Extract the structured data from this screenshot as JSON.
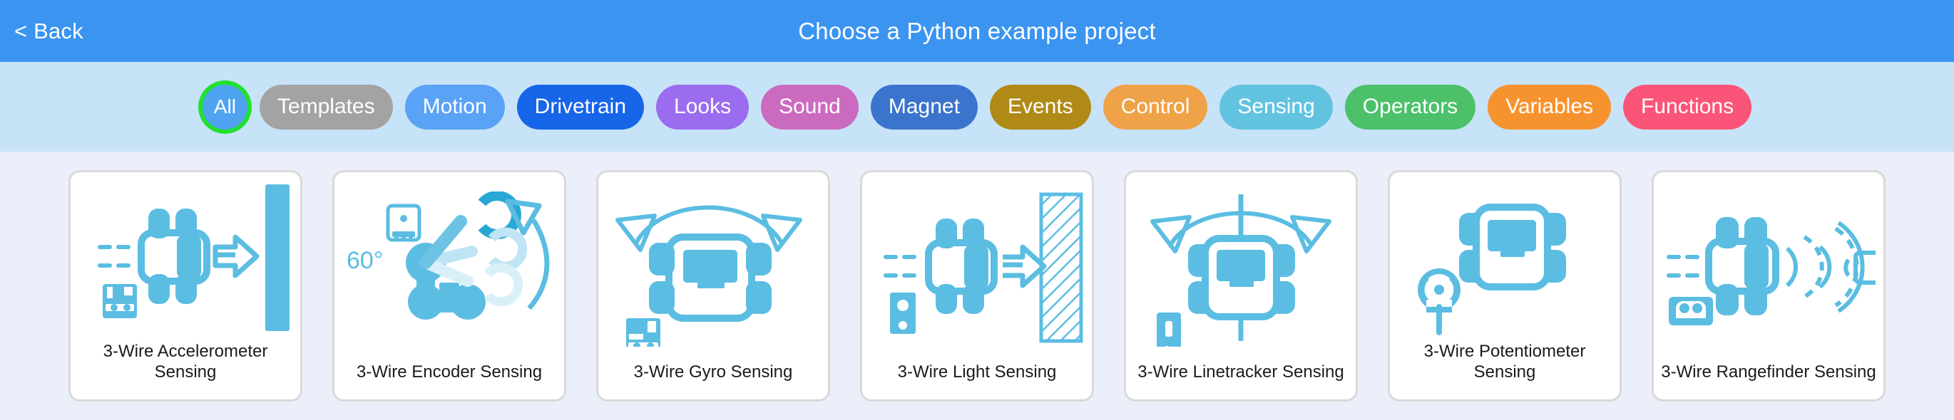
{
  "header": {
    "back_label": "< Back",
    "title": "Choose a Python example project",
    "bg_color": "#3b94f0",
    "text_color": "#ffffff"
  },
  "filter_bar": {
    "bg_color": "#c7e3f8",
    "selected_ring_color": "#22e12e",
    "chips": [
      {
        "label": "All",
        "color": "#4fa3f0",
        "selected": true,
        "shape": "circle"
      },
      {
        "label": "Templates",
        "color": "#a3a3a3",
        "selected": false,
        "shape": "pill"
      },
      {
        "label": "Motion",
        "color": "#5aa2f5",
        "selected": false,
        "shape": "pill"
      },
      {
        "label": "Drivetrain",
        "color": "#1765e8",
        "selected": false,
        "shape": "pill"
      },
      {
        "label": "Looks",
        "color": "#9b6cf0",
        "selected": false,
        "shape": "pill"
      },
      {
        "label": "Sound",
        "color": "#cb6bc0",
        "selected": false,
        "shape": "pill"
      },
      {
        "label": "Magnet",
        "color": "#3b74cc",
        "selected": false,
        "shape": "pill"
      },
      {
        "label": "Events",
        "color": "#b08a16",
        "selected": false,
        "shape": "pill"
      },
      {
        "label": "Control",
        "color": "#efa247",
        "selected": false,
        "shape": "pill"
      },
      {
        "label": "Sensing",
        "color": "#62c3e0",
        "selected": false,
        "shape": "pill"
      },
      {
        "label": "Operators",
        "color": "#4cc169",
        "selected": false,
        "shape": "pill"
      },
      {
        "label": "Variables",
        "color": "#f7932f",
        "selected": false,
        "shape": "pill"
      },
      {
        "label": "Functions",
        "color": "#fa5578",
        "selected": false,
        "shape": "pill"
      }
    ]
  },
  "content": {
    "bg_color": "#eaeffa",
    "card_border_color": "#d9d9d9",
    "art_color": "#5bbde2",
    "cards": [
      {
        "label": "3-Wire Accelerometer Sensing",
        "art": "accelerometer-art"
      },
      {
        "label": "3-Wire Encoder Sensing",
        "art": "encoder-art",
        "angle_label": "60°"
      },
      {
        "label": "3-Wire Gyro Sensing",
        "art": "gyro-art"
      },
      {
        "label": "3-Wire Light Sensing",
        "art": "light-art"
      },
      {
        "label": "3-Wire Linetracker Sensing",
        "art": "linetracker-art"
      },
      {
        "label": "3-Wire Potentiometer Sensing",
        "art": "potentiometer-art"
      },
      {
        "label": "3-Wire Rangefinder Sensing",
        "art": "rangefinder-art"
      }
    ]
  }
}
